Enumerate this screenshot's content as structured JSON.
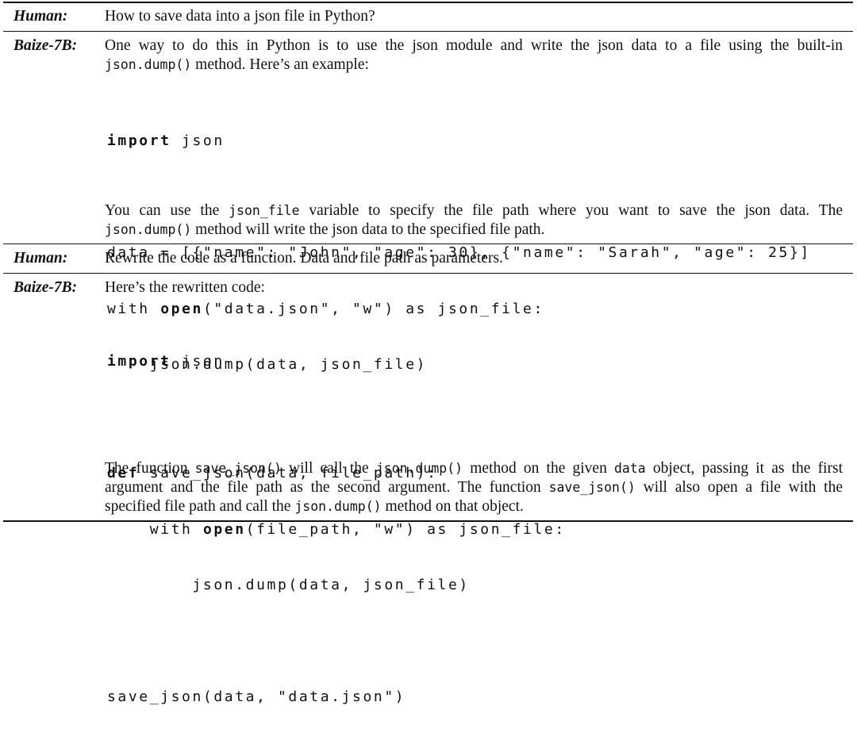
{
  "turns": [
    {
      "speaker": "Human:",
      "text": "How to save data into a json file in Python?"
    },
    {
      "speaker": "Baize-7B:",
      "intro": {
        "line1": "One way to do this in Python is to use the json module and write the json data to a file using the built-in",
        "line2_code": "json.dump()",
        "line2_text": " method. Here’s an example:"
      },
      "code": {
        "l1_kw": "import",
        "l1_rest": " json",
        "l2": "data = [{\"name\": \"John\", \"age\": 30}, {\"name\": \"Sarah\", \"age\": 25}]",
        "l3_kw1": "with",
        "l3_kw2": "open",
        "l3_rest": "(\"data.json\", \"w\") as json_file:",
        "l4": "    json.dump(data, json_file)"
      },
      "outro": {
        "l1_a": "You can use the ",
        "l1_code": "json_file",
        "l1_b": " variable to specify the file path where you want to save the json data.  The",
        "l2_code": "json.dump()",
        "l2_b": " method will write the json data to the specified file path."
      }
    },
    {
      "speaker": "Human:",
      "text": "Rewrite the code as a function. Data and file path as parameters."
    },
    {
      "speaker": "Baize-7B:",
      "intro": "Here’s the rewritten code:",
      "code": {
        "l1_kw": "import",
        "l1_rest": " json",
        "l2_kw": "def",
        "l2_rest": " save_json(data, file_path):",
        "l3_kw1": "with",
        "l3_kw2": "open",
        "l3_rest": "(file_path, \"w\") as json_file:",
        "l4": "        json.dump(data, json_file)",
        "l5": "save_json(data, \"data.json\")"
      },
      "outro": {
        "l1_a": "The function ",
        "l1_c1": "save_json()",
        "l1_b": " will call the ",
        "l1_c2": "json.dump()",
        "l1_c": " method on the given ",
        "l1_c3": "data",
        "l1_d": " object, passing it as the first",
        "l2_a": "argument and the file path as the second argument. The function ",
        "l2_c1": "save_json()",
        "l2_b": " will also open a file with the",
        "l3_a": "specified file path and call the ",
        "l3_c1": "json.dump()",
        "l3_b": " method on that object."
      }
    }
  ]
}
